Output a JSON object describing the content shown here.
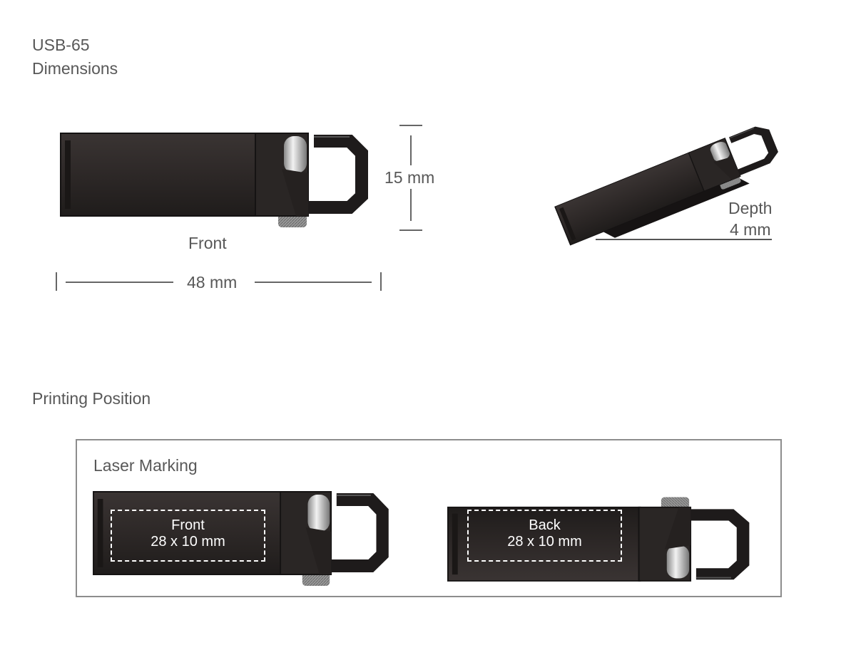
{
  "header": {
    "model": "USB-65",
    "subtitle": "Dimensions"
  },
  "dimensions": {
    "front_caption": "Front",
    "width": "48 mm",
    "height": "15 mm",
    "depth_label": "Depth",
    "depth": "4 mm"
  },
  "printing": {
    "title": "Printing Position",
    "method": "Laser Marking",
    "areas": [
      {
        "side": "Front",
        "size": "28 x 10 mm"
      },
      {
        "side": "Back",
        "size": "28 x 10 mm"
      }
    ]
  },
  "colors": {
    "text": "#585858",
    "device": "#2e2928",
    "border": "#8d8d8d"
  }
}
